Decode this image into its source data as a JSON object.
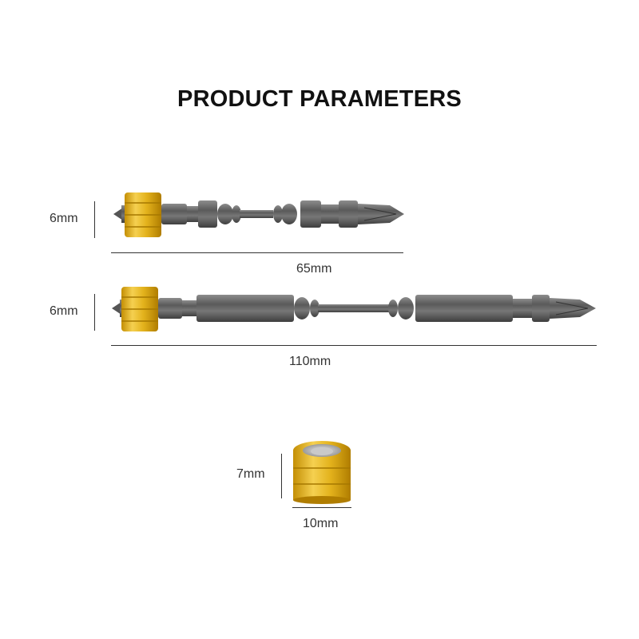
{
  "title": "PRODUCT PARAMETERS",
  "short_bit": {
    "diameter_label": "6mm",
    "length_label": "65mm"
  },
  "long_bit": {
    "diameter_label": "6mm",
    "length_label": "110mm"
  },
  "magnetic_ring": {
    "height_label": "7mm",
    "width_label": "10mm"
  },
  "colors": {
    "gold": "#e3b21c",
    "steel": "#6f6f6f"
  }
}
